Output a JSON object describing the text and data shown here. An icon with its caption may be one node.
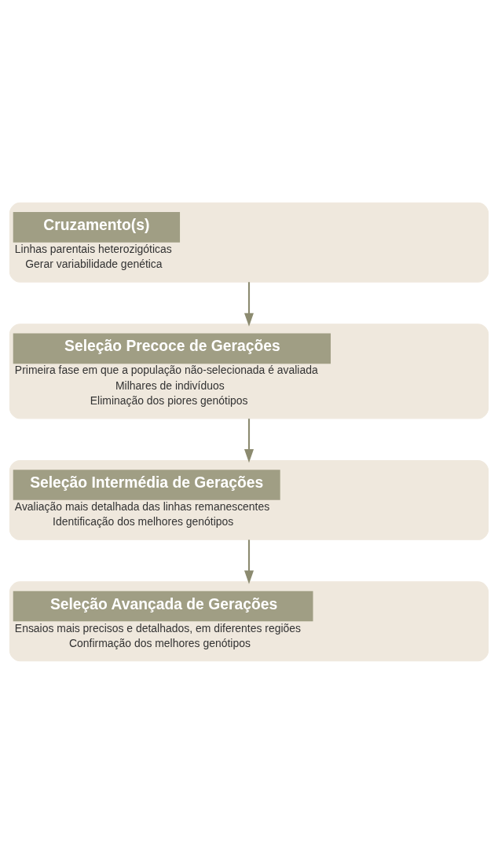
{
  "diagram": {
    "nodes": [
      {
        "text": [
          "Cruzamento(s)",
          "Linhas parentais heterozigóticas",
          "Gerar variabilidade genética"
        ]
      },
      {
        "text": [
          "Seleção Precoce de Gerações",
          "Primeira fase em que a população não-selecionada é avaliada",
          "Milhares de indivíduos",
          "Eliminação dos piores genótipos"
        ]
      },
      {
        "text": [
          "Seleção Intermédia de Gerações",
          "Avaliação mais detalhada das linhas remanescentes",
          "Identificação dos melhores genótipos"
        ]
      },
      {
        "text": [
          "Seleção Avançada de Gerações",
          "Ensaios mais precisos e detalhados, em diferentes regiões",
          "Confirmação dos melhores genótipos"
        ]
      }
    ],
    "edges": [
      {
        "from": 0,
        "to": 1,
        "arrow": "to"
      },
      {
        "from": 1,
        "to": 2,
        "arrow": "to"
      },
      {
        "from": 2,
        "to": 3,
        "arrow": "to"
      }
    ]
  }
}
